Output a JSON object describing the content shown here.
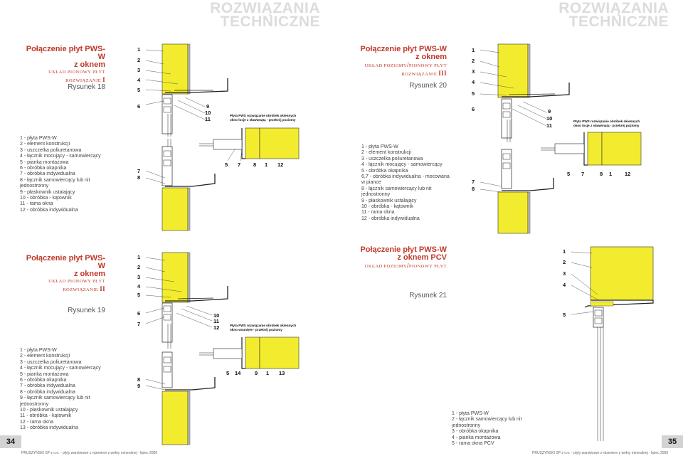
{
  "header": {
    "left": [
      "ROZWIĄZANIA",
      "TECHNICZNE"
    ],
    "right": [
      "ROZWIĄZANIA",
      "TECHNICZNE"
    ]
  },
  "colors": {
    "accent": "#c0392b",
    "panel": "#f3ec2e",
    "pageBox": "#d3d3d3",
    "header": "#dcdcdc"
  },
  "figures": [
    {
      "title1": "Połączenie płyt PWS-W",
      "title2": "z oknem",
      "sub1": "UKŁAD PIONOWY PŁYT",
      "sub2": "ROZWIĄZANIE",
      "sub2num": "I",
      "fig": "Rysunek 18",
      "legend": "1 - płyta PWS-W\n2 - element konstrukcji\n3 - uszczelka poliuretanowa\n4 - łącznik mocujący - samowiercący\n5 - pianka montażowa\n6 - obróbka okapnika\n7 - obróbka indywidualna\n8 - łącznik samowiercący lub nit\njednostronny\n9 - płaskownik ustalający\n10 - obróbka - kątownik\n11 - rama okna\n12 - obróbka indywidualna",
      "numsTop": [
        "1",
        "2",
        "3",
        "4",
        "5"
      ],
      "nums6": "6",
      "numsRight": [
        "9",
        "10",
        "11"
      ],
      "note": [
        "Płyta PWS rozwiązanie obróbek okiennych",
        "okno locje z sławwnątą - przekrój poziomy"
      ],
      "numsBottomLeft": [
        "7",
        "8"
      ],
      "numsBottomRow": [
        "5",
        "7",
        "8",
        "1",
        "12"
      ]
    },
    {
      "title1": "Połączenie płyt PWS-W",
      "title2": "z oknem",
      "sub1": "UKŁAD PIONOWY PŁYT",
      "sub2": "ROZWIĄZANIE",
      "sub2num": "II",
      "fig": "Rysunek 19",
      "legend": "1 - płyta PWS-W\n2 - element konstrukcji\n3 - uszczelka poliuretanowa\n4 - łącznik mocujący - samowiercący\n5 - pianka montażowa\n6 - obróbka okapnika\n7 - obróbka indywidualna\n8 - obróbka indywidualna\n9 - łącznik samowiercący lub nit\njednostronny\n10 - płaskownik ustalający\n11 - obróbka - kątownik\n12 - rama okna\n13 - obróbka indywidualna",
      "numsTop": [
        "1",
        "2",
        "3",
        "4",
        "5"
      ],
      "nums67": [
        "6",
        "7"
      ],
      "numsRight": [
        "10",
        "11",
        "12"
      ],
      "note": [
        "Płyta PWS rozwiązanie obróbek okiennych",
        "okno wsunięte - przekrój poziomy"
      ],
      "numsBottomLeft": [
        "8",
        "9"
      ],
      "numsBottomRow": [
        "5",
        "14",
        "9",
        "1",
        "13"
      ]
    },
    {
      "title1": "Połączenie płyt PWS-W",
      "title2": "z oknem",
      "sub1a": "UKŁAD POZIOMY",
      "sub1b": "PIONOWY PŁYT",
      "sub2": "ROZWIĄZANIE",
      "sub2num": "III",
      "fig": "Rysunek 20",
      "legend": "1 - płyta PWS-W\n2 - element konstrukcji\n3 - uszczelka poliuretanowa\n4 - łącznik mocujący - samowiercący\n5 - obróbka okapnika\n6,7 - obróbka indywidualna - mocowana\nw piance\n8 - łącznik samowiercący lub nit\njednostronny\n9 - płaskownik ustalający\n10 - obróbka - kątownik\n11 - rama okna\n12 - obróbka indywidualna",
      "numsTop": [
        "1",
        "2",
        "3",
        "4",
        "5"
      ],
      "nums6": "6",
      "numsRight": [
        "9",
        "10",
        "11"
      ],
      "note": [
        "Płyta PWS rozwiązanie obróbek okiennych",
        "okno locje z sławwnątą - przekrój poziomy"
      ],
      "numsBottomLeft": [
        "7",
        "8"
      ],
      "numsBottomRow": [
        "5",
        "7",
        "8",
        "1",
        "12"
      ]
    },
    {
      "title1": "Połączenie płyt PWS-W",
      "title2": "z oknem PCV",
      "sub1a": "UKŁAD POZIOMY",
      "sub1b": "PIONOWY PŁYT",
      "fig": "Rysunek 21",
      "legend": "1 - płyta PWS-W\n2 - łącznik samowiercący lub nit\njednostronny\n3 - obróbka okapnika\n4 - pianka montażowa\n5 - rama okna PCV",
      "numsTop": [
        "1",
        "2",
        "3",
        "4"
      ],
      "num5": "5"
    }
  ],
  "pages": {
    "left": "34",
    "right": "35"
  },
  "footer": {
    "left": "PRUSZYŃSKI SP z o.o. - płyty warstwowe z rdzeniem z wełny mineralnej - lipiec 2009",
    "right": "PRUSZYŃSKI SP z o.o. - płyty warstwowe z rdzeniem z wełny mineralnej - lipiec 2009"
  }
}
